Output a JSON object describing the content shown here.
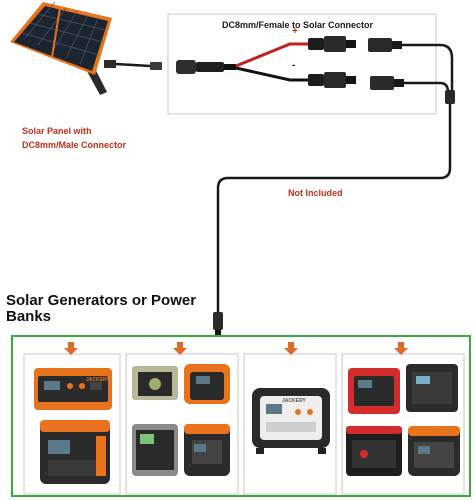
{
  "labels": {
    "adapter_title": "DC8mm/Female to Solar Connector",
    "panel_caption_line1": "Solar Panel with",
    "panel_caption_line2": "DC8mm/Male Connector",
    "not_included": "Not Included",
    "generators_title_line1": "Solar Generators or Power",
    "generators_title_line2": "Banks",
    "plus": "+",
    "minus": "-"
  },
  "colors": {
    "accent_red": "#c0301e",
    "group_border": "#3daa3d",
    "arrow_orange": "#e06a2a",
    "cable": "#1a1a1a",
    "box_border": "#c8c8c8",
    "device_orange": "#e8731c"
  },
  "devices": {
    "g1a": "JACKERY",
    "g3": "JACKERY"
  }
}
